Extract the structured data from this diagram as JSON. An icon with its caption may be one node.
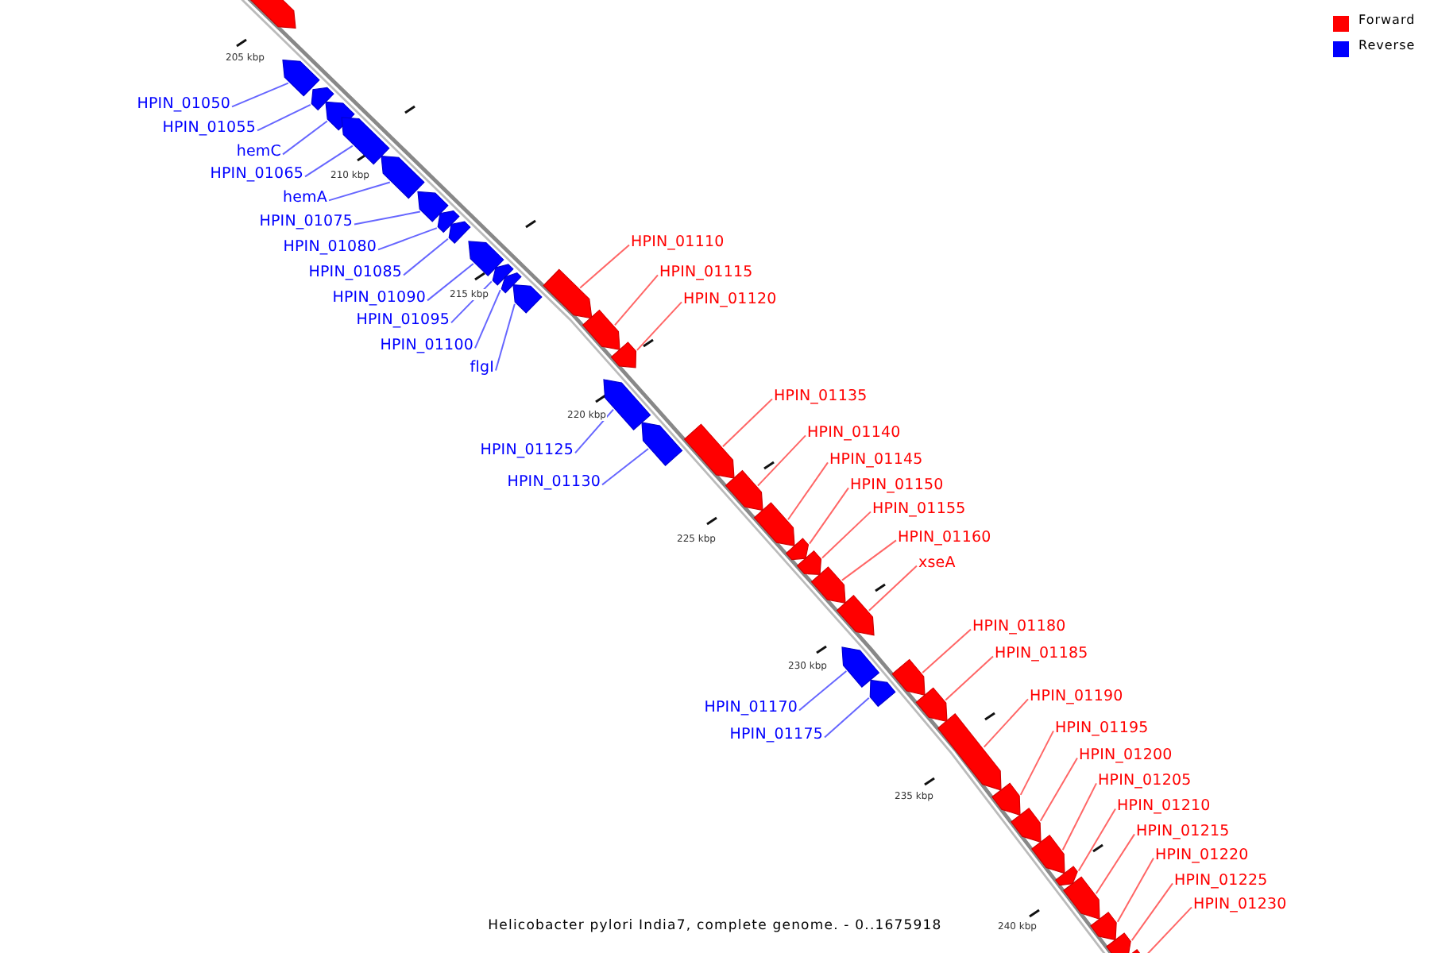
{
  "diagram": {
    "caption": "Helicobacter pylori India7, complete genome. - 0..1675918",
    "nodes": [
      {
        "text": [],
        "shape": "bar"
      },
      {
        "text": [
          "HPIN_01050"
        ]
      },
      {
        "text": [],
        "shape": "bar"
      },
      {
        "text": [
          "HPIN_01055"
        ]
      },
      {
        "text": [],
        "shape": "bar"
      },
      {
        "text": [
          "hemC"
        ]
      },
      {
        "text": [],
        "shape": "bar"
      },
      {
        "text": [
          "HPIN_01065"
        ]
      },
      {
        "text": [],
        "shape": "bar"
      },
      {
        "text": [
          "hemA"
        ]
      },
      {
        "text": [],
        "shape": "bar"
      },
      {
        "text": [
          "HPIN_01075"
        ]
      },
      {
        "text": [],
        "shape": "bar"
      },
      {
        "text": [
          "HPIN_01080"
        ]
      },
      {
        "text": [],
        "shape": "bar"
      },
      {
        "text": [
          "HPIN_01085"
        ]
      },
      {
        "text": [],
        "shape": "bar"
      },
      {
        "text": [
          "HPIN_01090"
        ]
      },
      {
        "text": [],
        "shape": "bar"
      },
      {
        "text": [
          "HPIN_01095"
        ]
      },
      {
        "text": [],
        "shape": "bar"
      },
      {
        "text": [
          "HPIN_01100"
        ]
      },
      {
        "text": [],
        "shape": "bar"
      },
      {
        "text": [
          "flgI"
        ]
      },
      {
        "text": [],
        "shape": "bar"
      },
      {
        "text": [
          "HPIN_01110"
        ]
      },
      {
        "text": [],
        "shape": "bar"
      },
      {
        "text": [
          "HPIN_01115"
        ]
      },
      {
        "text": [],
        "shape": "bar"
      },
      {
        "text": [
          "HPIN_01120"
        ]
      },
      {
        "text": [],
        "shape": "bar"
      },
      {
        "text": [
          "HPIN_01125"
        ]
      },
      {
        "text": [],
        "shape": "bar"
      },
      {
        "text": [
          "HPIN_01130"
        ]
      },
      {
        "text": [],
        "shape": "bar"
      },
      {
        "text": [
          "HPIN_01135"
        ]
      },
      {
        "text": [],
        "shape": "bar"
      },
      {
        "text": [
          "HPIN_01140"
        ]
      },
      {
        "text": [],
        "shape": "bar"
      },
      {
        "text": [
          "HPIN_01145"
        ]
      },
      {
        "text": [],
        "shape": "bar"
      },
      {
        "text": [
          "HPIN_01150"
        ]
      },
      {
        "text": [],
        "shape": "bar"
      },
      {
        "text": [
          "HPIN_01155"
        ]
      },
      {
        "text": [],
        "shape": "bar"
      },
      {
        "text": [
          "HPIN_01160"
        ]
      },
      {
        "text": [],
        "shape": "bar"
      },
      {
        "text": [
          "xseA"
        ]
      },
      {
        "text": [],
        "shape": "bar"
      },
      {
        "text": [
          "HPIN_01170"
        ]
      },
      {
        "text": [],
        "shape": "bar"
      },
      {
        "text": [
          "HPIN_01175"
        ]
      },
      {
        "text": [],
        "shape": "bar"
      },
      {
        "text": [
          "HPIN_01180"
        ]
      },
      {
        "text": [],
        "shape": "bar"
      },
      {
        "text": [
          "HPIN_01185"
        ]
      },
      {
        "text": [],
        "shape": "bar"
      },
      {
        "text": [
          "HPIN_01190"
        ]
      },
      {
        "text": [],
        "shape": "bar"
      },
      {
        "text": [
          "HPIN_01195"
        ]
      },
      {
        "text": [],
        "shape": "bar"
      },
      {
        "text": [
          "HPIN_01200"
        ]
      },
      {
        "text": [],
        "shape": "bar"
      },
      {
        "text": [
          "HPIN_01205"
        ]
      },
      {
        "text": [],
        "shape": "bar"
      },
      {
        "text": [
          "HPIN_01210"
        ]
      },
      {
        "text": [],
        "shape": "bar"
      },
      {
        "text": [
          "HPIN_01215"
        ]
      },
      {
        "text": [],
        "shape": "bar"
      },
      {
        "text": [
          "HPIN_01220"
        ]
      },
      {
        "text": [],
        "shape": "bar"
      },
      {
        "text": [
          "HPIN_01225"
        ]
      },
      {
        "text": [],
        "shape": "bar"
      },
      {
        "text": [
          "HPIN_01230"
        ]
      },
      {
        "text": [],
        "shape": "bar"
      }
    ],
    "edges": [
      {
        "from": 1,
        "to": 2,
        "arrow": "none",
        "color": "#0000ff"
      },
      {
        "from": 3,
        "to": 4,
        "arrow": "none",
        "color": "#0000ff"
      },
      {
        "from": 5,
        "to": 6,
        "arrow": "none",
        "color": "#0000ff"
      },
      {
        "from": 7,
        "to": 8,
        "arrow": "none",
        "color": "#0000ff"
      },
      {
        "from": 9,
        "to": 10,
        "arrow": "none",
        "color": "#0000ff"
      },
      {
        "from": 11,
        "to": 12,
        "arrow": "none",
        "color": "#0000ff"
      },
      {
        "from": 13,
        "to": 14,
        "arrow": "none",
        "color": "#0000ff"
      },
      {
        "from": 15,
        "to": 16,
        "arrow": "none",
        "color": "#0000ff"
      },
      {
        "from": 17,
        "to": 18,
        "arrow": "none",
        "color": "#0000ff"
      },
      {
        "from": 19,
        "to": 20,
        "arrow": "none",
        "color": "#0000ff"
      },
      {
        "from": 21,
        "to": 22,
        "arrow": "none",
        "color": "#0000ff"
      },
      {
        "from": 23,
        "to": 24,
        "arrow": "none",
        "color": "#0000ff"
      },
      {
        "from": 25,
        "to": 26,
        "arrow": "none"
      },
      {
        "from": 27,
        "to": 28,
        "arrow": "none"
      },
      {
        "from": 29,
        "to": 30,
        "arrow": "none"
      },
      {
        "from": 31,
        "to": 32,
        "arrow": "none",
        "color": "#0000ff"
      },
      {
        "from": 33,
        "to": 34,
        "arrow": "none",
        "color": "#0000ff"
      },
      {
        "from": 35,
        "to": 36,
        "arrow": "none"
      },
      {
        "from": 37,
        "to": 38,
        "arrow": "none"
      },
      {
        "from": 39,
        "to": 40,
        "arrow": "none"
      },
      {
        "from": 41,
        "to": 42,
        "arrow": "none"
      },
      {
        "from": 43,
        "to": 44,
        "arrow": "none"
      },
      {
        "from": 45,
        "to": 46,
        "arrow": "none"
      },
      {
        "from": 47,
        "to": 48,
        "arrow": "none"
      },
      {
        "from": 49,
        "to": 50,
        "arrow": "none",
        "color": "#0000ff"
      },
      {
        "from": 51,
        "to": 52,
        "arrow": "none",
        "color": "#0000ff"
      },
      {
        "from": 53,
        "to": 54,
        "arrow": "none"
      },
      {
        "from": 55,
        "to": 56,
        "arrow": "none"
      },
      {
        "from": 57,
        "to": 58,
        "arrow": "none"
      },
      {
        "from": 59,
        "to": 60,
        "arrow": "none"
      },
      {
        "from": 61,
        "to": 62,
        "arrow": "none"
      },
      {
        "from": 63,
        "to": 64,
        "arrow": "none"
      },
      {
        "from": 65,
        "to": 66,
        "arrow": "none"
      },
      {
        "from": 67,
        "to": 68,
        "arrow": "none"
      },
      {
        "from": 69,
        "to": 70,
        "arrow": "none"
      },
      {
        "from": 71,
        "to": 72,
        "arrow": "none"
      },
      {
        "from": 73,
        "to": 74,
        "arrow": "none"
      }
    ],
    "labels": [
      "205 kbp",
      "210 kbp",
      "215 kbp",
      "220 kbp",
      "225 kbp",
      "230 kbp",
      "235 kbp",
      "240 kbp"
    ],
    "legend": [
      {
        "text": "Forward",
        "color": "#ff0000"
      },
      {
        "text": "Reverse",
        "color": "#0000ff"
      }
    ]
  }
}
